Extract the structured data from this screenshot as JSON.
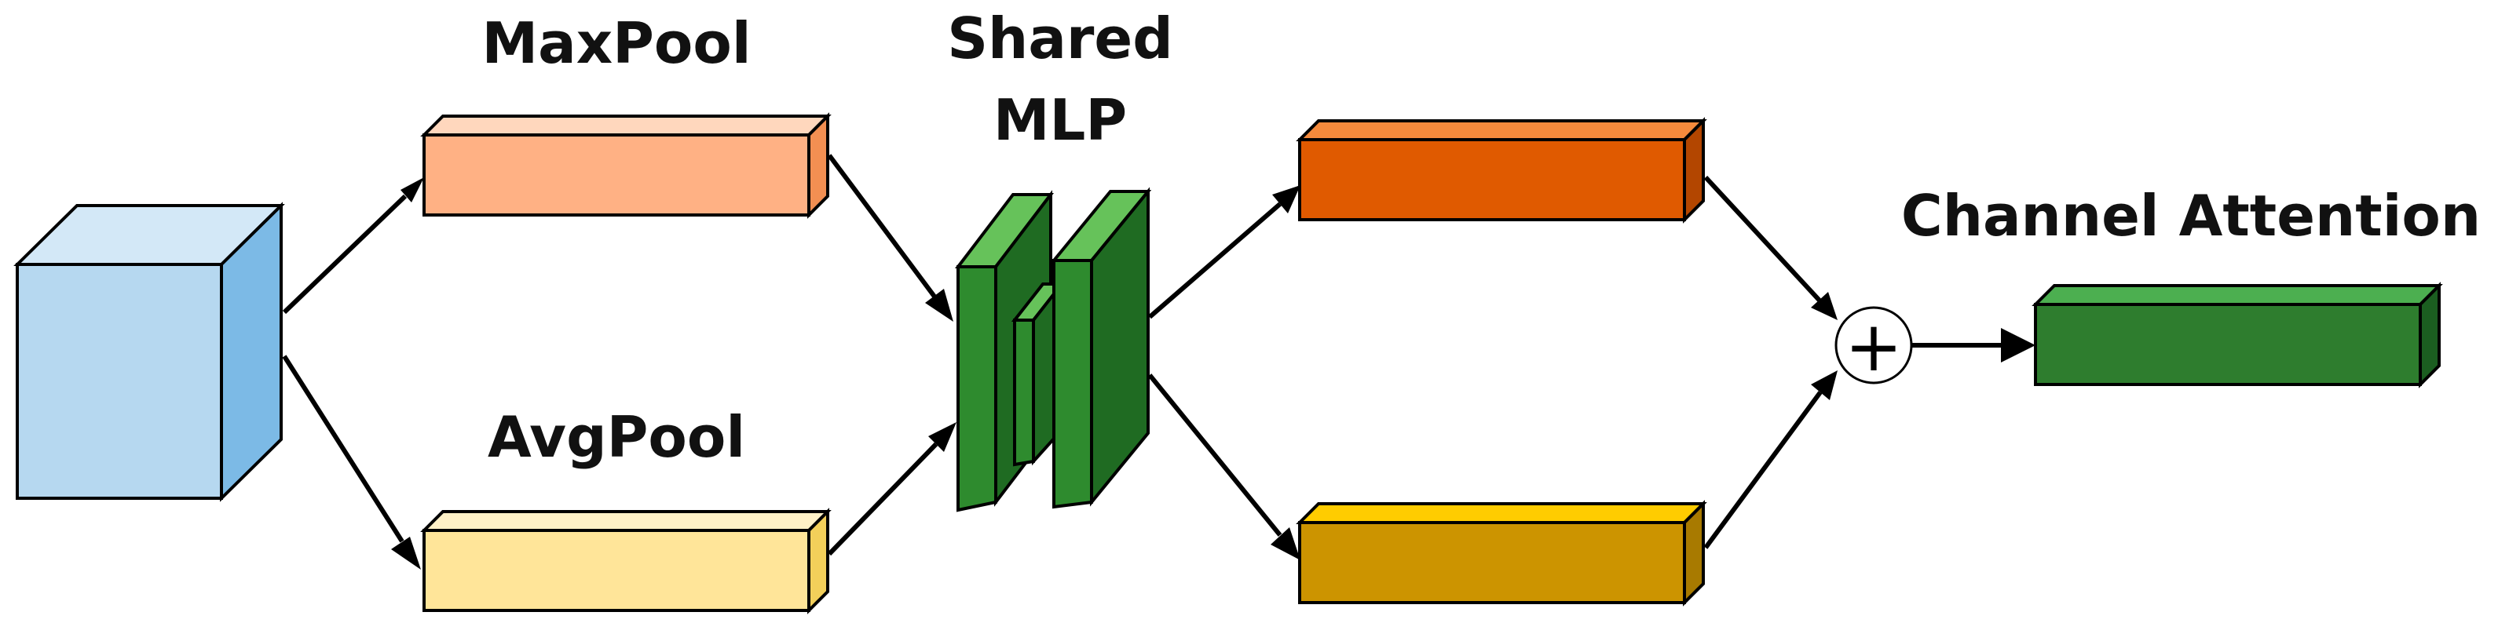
{
  "labels": {
    "maxpool": "MaxPool",
    "avgpool": "AvgPool",
    "shared_mlp_line1": "Shared",
    "shared_mlp_line2": "MLP",
    "channel_attention": "Channel Attention",
    "sum_symbol": "+"
  },
  "colors": {
    "input_front": "#b6d8f0",
    "input_top": "#d3e8f7",
    "input_side": "#7cbae6",
    "maxpool_front": "#ffb184",
    "maxpool_top": "#ffd7bd",
    "maxpool_side": "#f28f52",
    "avgpool_front": "#ffe599",
    "avgpool_top": "#fff1c7",
    "avgpool_side": "#f2cf5a",
    "mlp_front": "#2e8b2e",
    "mlp_top": "#66c25a",
    "mlp_side": "#1f6b22",
    "out_top_front": "#e05a00",
    "out_top_top": "#f58a3c",
    "out_top_side": "#b34600",
    "out_bottom_front": "#cc9400",
    "out_bottom_top": "#ffcc00",
    "out_bottom_side": "#a87a00",
    "attention_front": "#2e7d2e",
    "attention_top": "#4caf50",
    "attention_side": "#1b5e20"
  }
}
